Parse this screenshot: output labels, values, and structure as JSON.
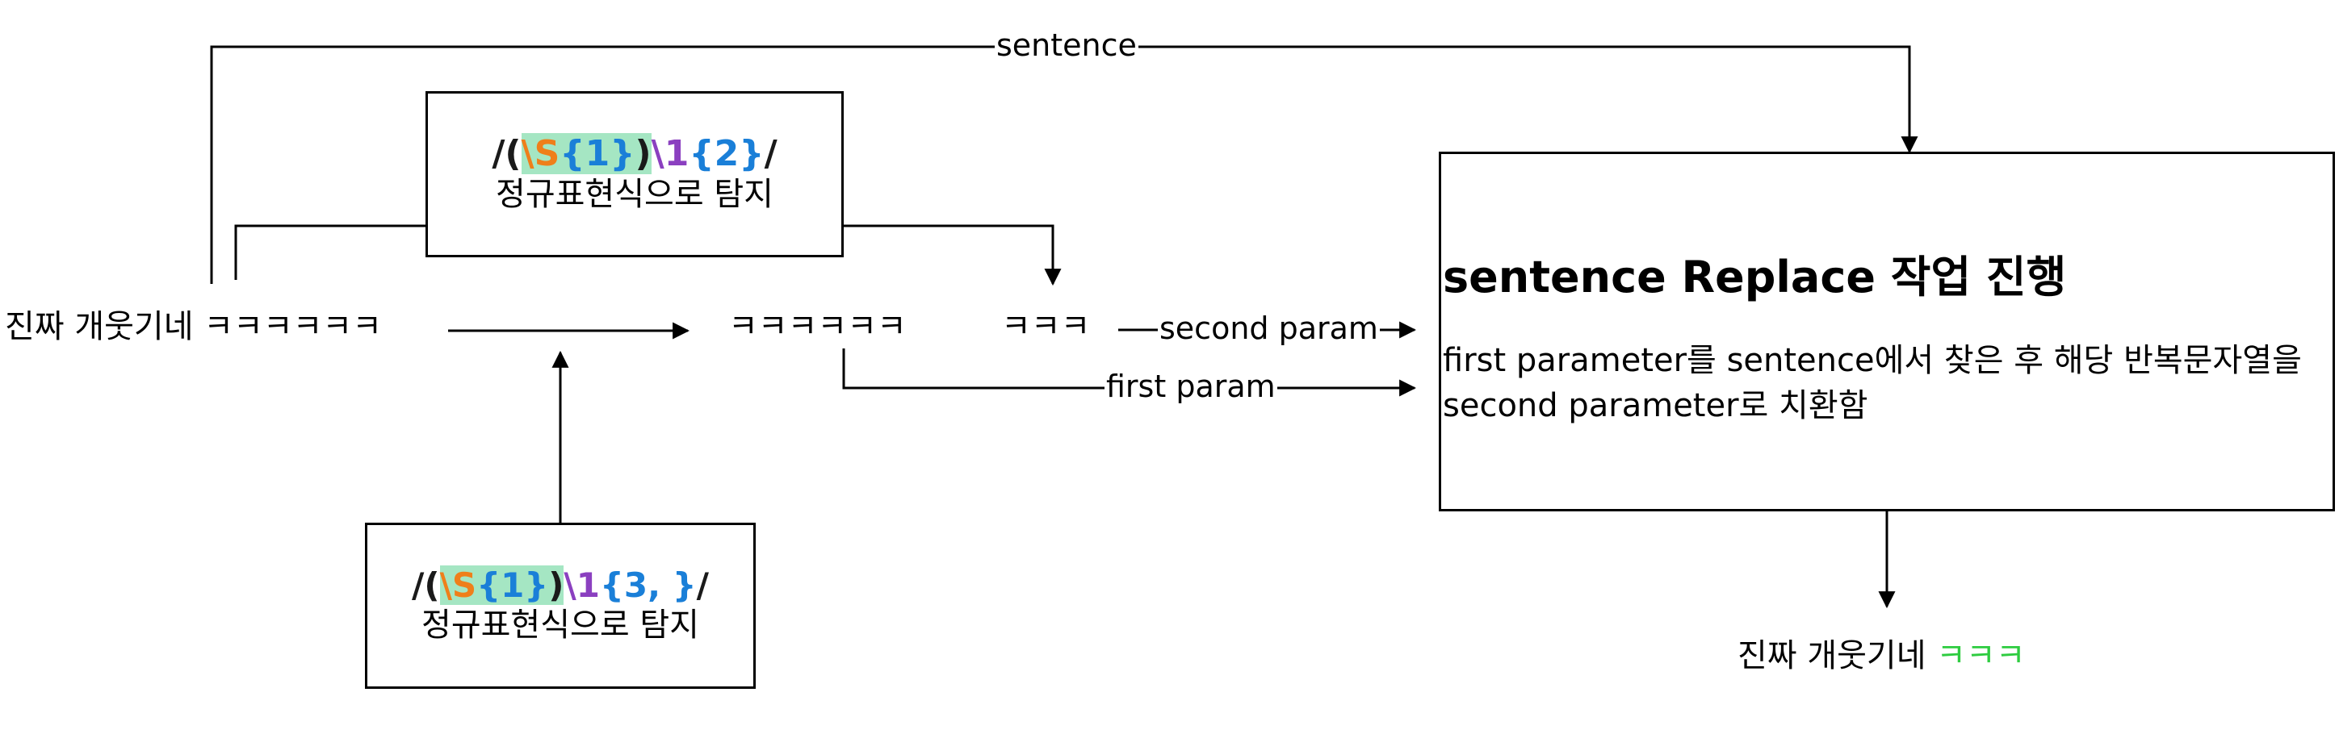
{
  "edges": {
    "sentence_label": "sentence",
    "second_param_label": "second param",
    "first_param_label": "first param"
  },
  "input": {
    "text": "진짜 개웃기네 ㅋㅋㅋㅋㅋㅋ"
  },
  "regex_top": {
    "open": "/(",
    "escape": "\\S",
    "quant": "{1}",
    "close_group": ")",
    "backref": "\\1",
    "repeat": "{2}",
    "end": "/",
    "description": "정규표현식으로 탐지"
  },
  "regex_bottom": {
    "open": "/(",
    "escape": "\\S",
    "quant": "{1}",
    "close_group": ")",
    "backref": "\\1",
    "repeat": "{3, }",
    "end": "/",
    "description": "정규표현식으로 탐지"
  },
  "matches": {
    "full_match": "ㅋㅋㅋㅋㅋㅋ",
    "short_match": "ㅋㅋㅋ"
  },
  "result_box": {
    "title": "sentence Replace 작업 진행",
    "line1": "first parameter를 sentence에서 찾은 후 해당 반복문자열을",
    "line2": "second parameter로 치환함"
  },
  "output": {
    "prefix": "진짜 개웃기네 ",
    "suffix": "ㅋㅋㅋ"
  },
  "colors": {
    "highlight": "#a5e6c3",
    "orange": "#ef7f1a",
    "blue": "#1a7fd8",
    "purple": "#8b40c0",
    "green": "#2ecc40"
  }
}
